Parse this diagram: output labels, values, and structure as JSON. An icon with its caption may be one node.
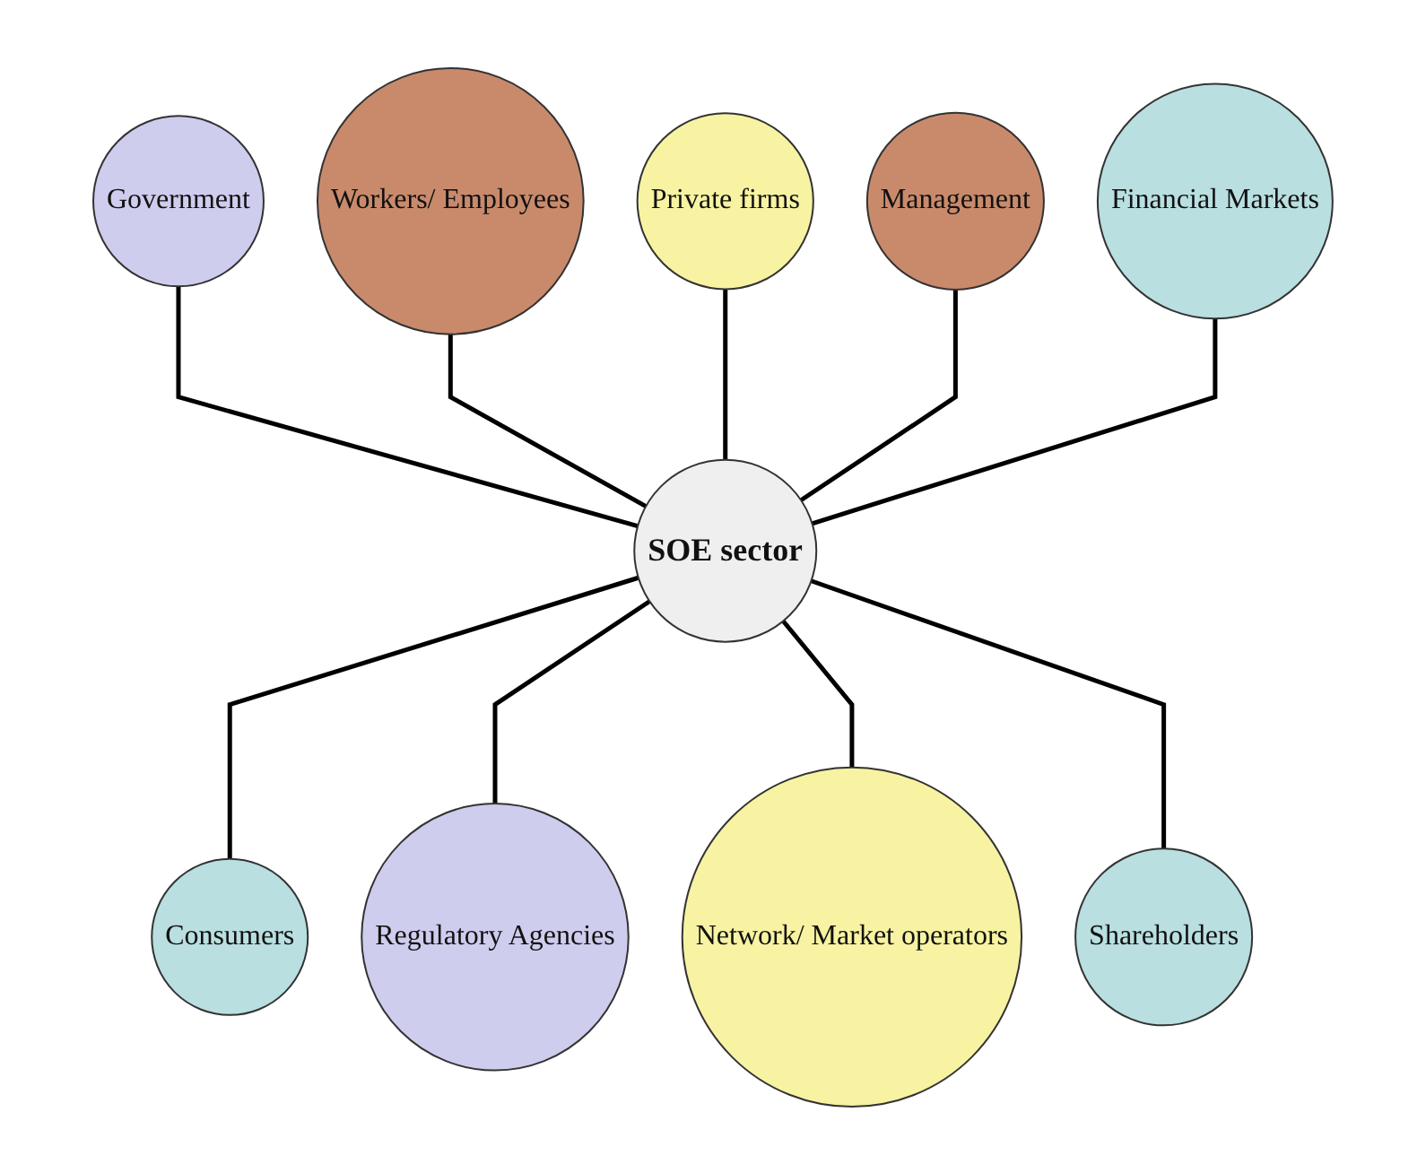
{
  "diagram": {
    "nodes": [
      {
        "text": [
          "Government"
        ]
      },
      {
        "text": [
          "Financial Markets"
        ]
      },
      {
        "text": [
          "Workers/ Employees"
        ]
      },
      {
        "text": [
          "Management"
        ]
      },
      {
        "text": [
          "SOE sector"
        ]
      },
      {
        "text": [
          "Private firms"
        ]
      },
      {
        "text": [
          "Shareholders"
        ]
      },
      {
        "text": [
          "Consumers"
        ]
      },
      {
        "text": [
          "Network/ Market operators"
        ]
      },
      {
        "text": [
          "Regulatory Agencies"
        ]
      }
    ],
    "edges": [
      {
        "from": 0,
        "to": 4,
        "arrow": "none"
      },
      {
        "from": 2,
        "to": 4,
        "arrow": "none"
      },
      {
        "from": 5,
        "to": 4,
        "arrow": "none"
      },
      {
        "from": 4,
        "to": 7,
        "arrow": "none"
      },
      {
        "from": 4,
        "to": 9,
        "arrow": "none"
      },
      {
        "from": 4,
        "to": 8,
        "arrow": "none"
      },
      {
        "from": 4,
        "to": 6,
        "arrow": "none"
      },
      {
        "from": 3,
        "to": 4,
        "arrow": "none"
      },
      {
        "from": 1,
        "to": 4,
        "arrow": "none"
      }
    ]
  }
}
